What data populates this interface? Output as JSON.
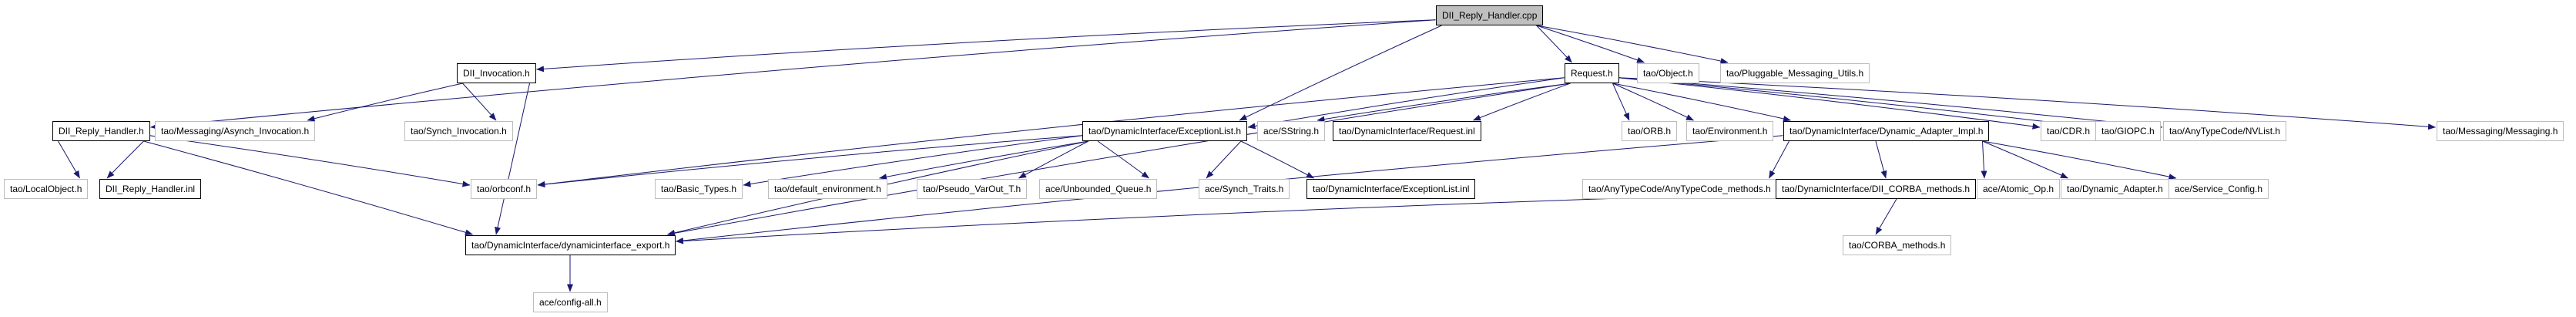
{
  "diagram": {
    "kind": "include-dependency-graph",
    "root_label": "DII_Reply_Handler.cpp",
    "colors": {
      "edge": "#191970",
      "internal_node_border": "#000000",
      "external_node_border": "#bdbdbd",
      "root_node_fill": "#bfbfbf",
      "node_fill": "#ffffff",
      "background": "#ffffff"
    },
    "nodes": [
      {
        "id": "cpp",
        "label": "DII_Reply_Handler.cpp",
        "kind": "root"
      },
      {
        "id": "dii_invocation",
        "label": "DII_Invocation.h",
        "kind": "internal"
      },
      {
        "id": "request",
        "label": "Request.h",
        "kind": "internal"
      },
      {
        "id": "object",
        "label": "tao/Object.h",
        "kind": "external"
      },
      {
        "id": "pmu",
        "label": "tao/Pluggable_Messaging_Utils.h",
        "kind": "external"
      },
      {
        "id": "drh_h",
        "label": "DII_Reply_Handler.h",
        "kind": "internal"
      },
      {
        "id": "asynch",
        "label": "tao/Messaging/Asynch_Invocation.h",
        "kind": "external"
      },
      {
        "id": "synch",
        "label": "tao/Synch_Invocation.h",
        "kind": "external"
      },
      {
        "id": "exclist",
        "label": "tao/DynamicInterface/ExceptionList.h",
        "kind": "internal"
      },
      {
        "id": "sstring",
        "label": "ace/SString.h",
        "kind": "external"
      },
      {
        "id": "request_inl",
        "label": "tao/DynamicInterface/Request.inl",
        "kind": "internal"
      },
      {
        "id": "orb",
        "label": "tao/ORB.h",
        "kind": "external"
      },
      {
        "id": "env",
        "label": "tao/Environment.h",
        "kind": "external"
      },
      {
        "id": "dai",
        "label": "tao/DynamicInterface/Dynamic_Adapter_Impl.h",
        "kind": "internal"
      },
      {
        "id": "cdr",
        "label": "tao/CDR.h",
        "kind": "external"
      },
      {
        "id": "giopc",
        "label": "tao/GIOPC.h",
        "kind": "external"
      },
      {
        "id": "nvlist",
        "label": "tao/AnyTypeCode/NVList.h",
        "kind": "external"
      },
      {
        "id": "messaging",
        "label": "tao/Messaging/Messaging.h",
        "kind": "external"
      },
      {
        "id": "localobj",
        "label": "tao/LocalObject.h",
        "kind": "external"
      },
      {
        "id": "drh_inl",
        "label": "DII_Reply_Handler.inl",
        "kind": "internal"
      },
      {
        "id": "orbconf",
        "label": "tao/orbconf.h",
        "kind": "external"
      },
      {
        "id": "basic",
        "label": "tao/Basic_Types.h",
        "kind": "external"
      },
      {
        "id": "defenv",
        "label": "tao/default_environment.h",
        "kind": "external"
      },
      {
        "id": "pseudo",
        "label": "tao/Pseudo_VarOut_T.h",
        "kind": "external"
      },
      {
        "id": "unbq",
        "label": "ace/Unbounded_Queue.h",
        "kind": "external"
      },
      {
        "id": "synch_traits",
        "label": "ace/Synch_Traits.h",
        "kind": "external"
      },
      {
        "id": "exclist_inl",
        "label": "tao/DynamicInterface/ExceptionList.inl",
        "kind": "internal"
      },
      {
        "id": "atc",
        "label": "tao/AnyTypeCode/AnyTypeCode_methods.h",
        "kind": "external"
      },
      {
        "id": "dii_corba",
        "label": "tao/DynamicInterface/DII_CORBA_methods.h",
        "kind": "internal"
      },
      {
        "id": "atomic",
        "label": "ace/Atomic_Op.h",
        "kind": "external"
      },
      {
        "id": "dynadapter",
        "label": "tao/Dynamic_Adapter.h",
        "kind": "external"
      },
      {
        "id": "svcconf",
        "label": "ace/Service_Config.h",
        "kind": "external"
      },
      {
        "id": "export",
        "label": "tao/DynamicInterface/dynamicinterface_export.h",
        "kind": "internal"
      },
      {
        "id": "corba_methods",
        "label": "tao/CORBA_methods.h",
        "kind": "external"
      },
      {
        "id": "configall",
        "label": "ace/config-all.h",
        "kind": "external"
      }
    ],
    "edges": [
      {
        "from": "cpp",
        "to": "dii_invocation"
      },
      {
        "from": "cpp",
        "to": "drh_h"
      },
      {
        "from": "cpp",
        "to": "exclist"
      },
      {
        "from": "cpp",
        "to": "request"
      },
      {
        "from": "cpp",
        "to": "object"
      },
      {
        "from": "cpp",
        "to": "pmu"
      },
      {
        "from": "dii_invocation",
        "to": "asynch"
      },
      {
        "from": "dii_invocation",
        "to": "synch"
      },
      {
        "from": "dii_invocation",
        "to": "export"
      },
      {
        "from": "drh_h",
        "to": "localobj"
      },
      {
        "from": "drh_h",
        "to": "drh_inl"
      },
      {
        "from": "drh_h",
        "to": "orbconf"
      },
      {
        "from": "drh_h",
        "to": "export"
      },
      {
        "from": "request",
        "to": "exclist"
      },
      {
        "from": "request",
        "to": "sstring"
      },
      {
        "from": "request",
        "to": "request_inl"
      },
      {
        "from": "request",
        "to": "orb"
      },
      {
        "from": "request",
        "to": "env"
      },
      {
        "from": "request",
        "to": "dai"
      },
      {
        "from": "request",
        "to": "cdr"
      },
      {
        "from": "request",
        "to": "giopc"
      },
      {
        "from": "request",
        "to": "nvlist"
      },
      {
        "from": "request",
        "to": "messaging"
      },
      {
        "from": "request",
        "to": "orbconf"
      },
      {
        "from": "request",
        "to": "export"
      },
      {
        "from": "exclist",
        "to": "orbconf"
      },
      {
        "from": "exclist",
        "to": "basic"
      },
      {
        "from": "exclist",
        "to": "defenv"
      },
      {
        "from": "exclist",
        "to": "pseudo"
      },
      {
        "from": "exclist",
        "to": "unbq"
      },
      {
        "from": "exclist",
        "to": "synch_traits"
      },
      {
        "from": "exclist",
        "to": "exclist_inl"
      },
      {
        "from": "exclist",
        "to": "export"
      },
      {
        "from": "dai",
        "to": "atc"
      },
      {
        "from": "dai",
        "to": "dii_corba"
      },
      {
        "from": "dai",
        "to": "atomic"
      },
      {
        "from": "dai",
        "to": "dynadapter"
      },
      {
        "from": "dai",
        "to": "svcconf"
      },
      {
        "from": "dai",
        "to": "export"
      },
      {
        "from": "dii_corba",
        "to": "corba_methods"
      },
      {
        "from": "dii_corba",
        "to": "export"
      },
      {
        "from": "export",
        "to": "configall"
      }
    ]
  }
}
